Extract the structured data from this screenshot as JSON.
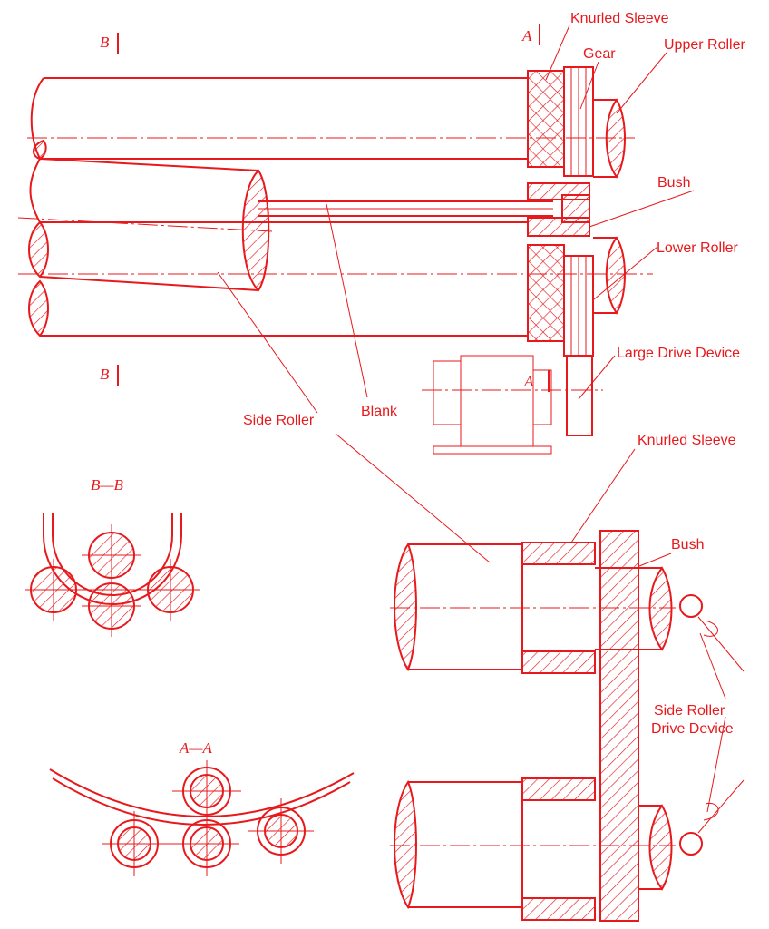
{
  "labels": {
    "knurled_sleeve_top": "Knurled Sleeve",
    "gear": "Gear",
    "upper_roller": "Upper Roller",
    "bush_top": "Bush",
    "lower_roller": "Lower Roller",
    "large_drive_device": "Large Drive Device",
    "side_roller": "Side Roller",
    "blank": "Blank",
    "knurled_sleeve_bottom": "Knurled Sleeve",
    "bush_bottom": "Bush",
    "side_roller_drive_device_line1": "Side Roller",
    "side_roller_drive_device_line2": "Drive Device"
  },
  "section_marks": {
    "b_top": "B",
    "b_bottom": "B",
    "a_top": "A",
    "a_mid": "A",
    "section_bb": "B—B",
    "section_aa": "A—A"
  },
  "colors": {
    "line": "#e8191c",
    "background": "#ffffff"
  }
}
